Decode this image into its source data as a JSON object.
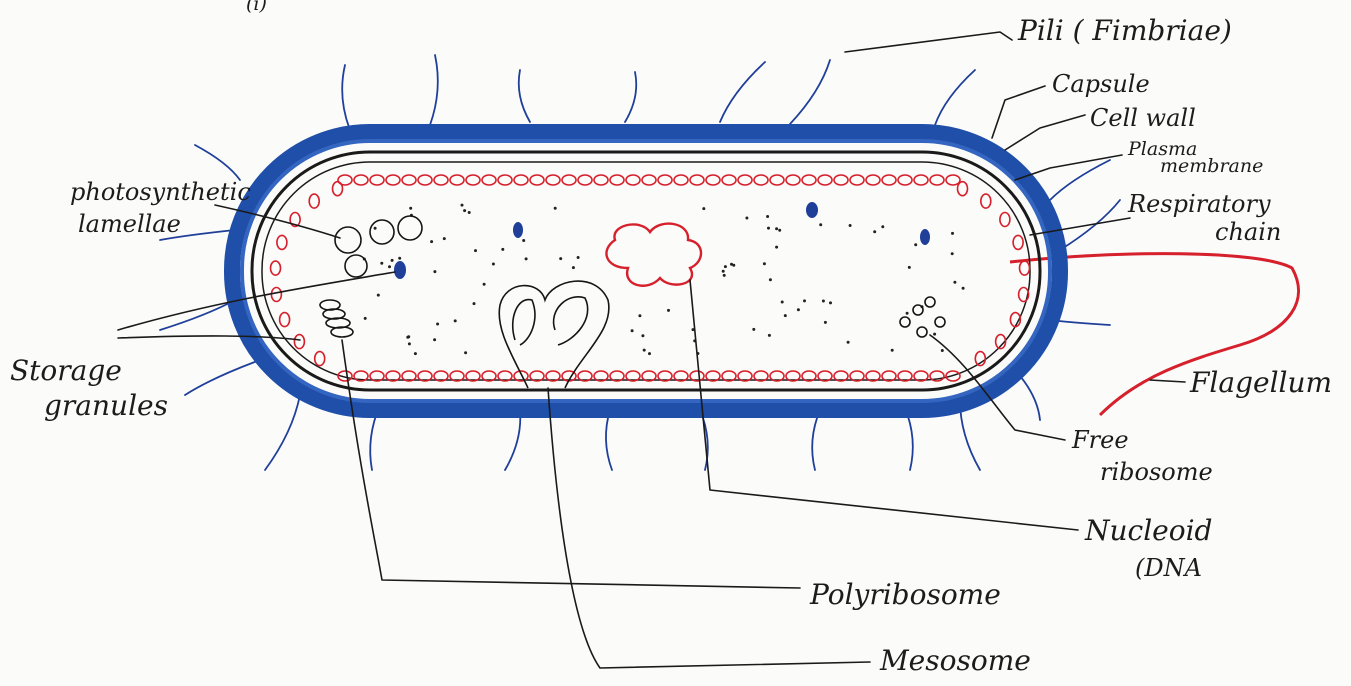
{
  "labels": {
    "top_partial": "(i)",
    "pili": "Pili ( Fimbriae)",
    "capsule": "Capsule",
    "cell_wall": "Cell wall",
    "plasma_membrane_1": "Plasma",
    "plasma_membrane_2": "membrane",
    "respiratory_chain_1": "Respiratory",
    "respiratory_chain_2": "chain",
    "photosynthetic_lamellae_1": "photosynthetic",
    "photosynthetic_lamellae_2": "lamellae",
    "storage_granules_1": "Storage",
    "storage_granules_2": "granules",
    "flagellum": "Flagellum",
    "free_ribosome_1": "Free",
    "free_ribosome_2": "ribosome",
    "nucleoid_1": "Nucleoid",
    "nucleoid_2": "(DNA",
    "polyribosome": "Polyribosome",
    "mesosome": "Mesosome"
  },
  "colors": {
    "capsule": "#1f4fa8",
    "membrane": "#d6202c",
    "nucleoid": "#d6202c",
    "flagellum": "#d6202c",
    "ink": "#1a1a1a",
    "paper": "#fbfbfa"
  }
}
